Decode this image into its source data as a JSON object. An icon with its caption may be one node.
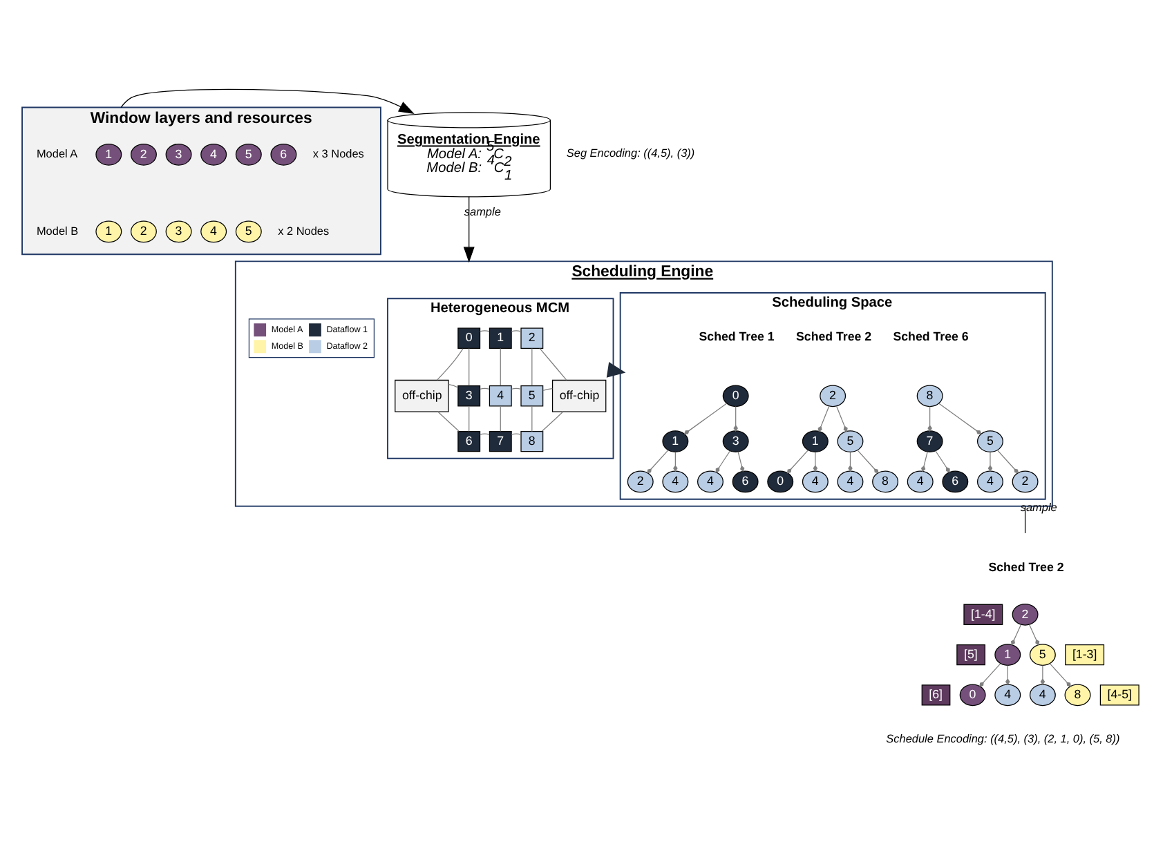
{
  "diagram": {
    "nodes": [
      {
        "text": [
          "Window layers and resources"
        ]
      },
      {
        "text": [
          "1"
        ],
        "in": 0
      },
      {
        "text": [
          "2"
        ],
        "in": 0
      },
      {
        "text": [
          "3"
        ],
        "in": 0
      },
      {
        "text": [
          "4"
        ],
        "in": 0
      },
      {
        "text": [
          "5"
        ],
        "in": 0
      },
      {
        "text": [
          "6"
        ],
        "in": 0
      },
      {
        "text": [
          "1"
        ],
        "in": 0
      },
      {
        "text": [
          "2"
        ],
        "in": 0
      },
      {
        "text": [
          "3"
        ],
        "in": 0
      },
      {
        "text": [
          "4"
        ],
        "in": 0
      },
      {
        "text": [
          "5"
        ],
        "in": 0
      },
      {
        "text": [
          "Segmentation Engine",
          "Model A: $^{5}$C$_{2}$",
          "Model B: $^{4}$C$_{1}$"
        ]
      },
      {
        "text": [
          "Scheduling Engine"
        ]
      },
      {
        "text": [
          "Heterogeneous MCM"
        ],
        "in": 13
      },
      {
        "text": [
          "off-chip"
        ],
        "in": 14
      },
      {
        "text": [
          "0"
        ],
        "in": 14
      },
      {
        "text": [
          "1"
        ],
        "in": 14
      },
      {
        "text": [
          "2"
        ],
        "in": 14
      },
      {
        "text": [
          "3"
        ],
        "in": 14
      },
      {
        "text": [
          "4"
        ],
        "in": 14
      },
      {
        "text": [
          "5"
        ],
        "in": 14
      },
      {
        "text": [
          "6"
        ],
        "in": 14
      },
      {
        "text": [
          "7"
        ],
        "in": 14
      },
      {
        "text": [
          "8"
        ],
        "in": 14
      },
      {
        "text": [
          "off-chip"
        ],
        "in": 14
      },
      {
        "text": [
          "Scheduling Space"
        ],
        "in": 13
      },
      {
        "text": [
          "0"
        ],
        "in": 26
      },
      {
        "text": [
          "1"
        ],
        "in": 26
      },
      {
        "text": [
          "3"
        ],
        "in": 26
      },
      {
        "text": [
          "2"
        ],
        "in": 26
      },
      {
        "text": [
          "4"
        ],
        "in": 26
      },
      {
        "text": [
          "4"
        ],
        "in": 26
      },
      {
        "text": [
          "6"
        ],
        "in": 26
      },
      {
        "text": [
          "2"
        ],
        "in": 26
      },
      {
        "text": [
          "1"
        ],
        "in": 26
      },
      {
        "text": [
          "5"
        ],
        "in": 26
      },
      {
        "text": [
          "0"
        ],
        "in": 26
      },
      {
        "text": [
          "4"
        ],
        "in": 26
      },
      {
        "text": [
          "4"
        ],
        "in": 26
      },
      {
        "text": [
          "8"
        ],
        "in": 26
      },
      {
        "text": [
          "8"
        ],
        "in": 26
      },
      {
        "text": [
          "7"
        ],
        "in": 26
      },
      {
        "text": [
          "5"
        ],
        "in": 26
      },
      {
        "text": [
          "4"
        ],
        "in": 26
      },
      {
        "text": [
          "6"
        ],
        "in": 26
      },
      {
        "text": [
          "4"
        ],
        "in": 26
      },
      {
        "text": [
          "2"
        ],
        "in": 26
      },
      {
        "text": [
          "[1-4]"
        ]
      },
      {
        "text": [
          "2"
        ]
      },
      {
        "text": [
          "[5]"
        ]
      },
      {
        "text": [
          "1"
        ]
      },
      {
        "text": [
          "5"
        ]
      },
      {
        "text": [
          "[1-3]"
        ]
      },
      {
        "text": [
          "[6]"
        ]
      },
      {
        "text": [
          "0"
        ]
      },
      {
        "text": [
          "4"
        ]
      },
      {
        "text": [
          "4"
        ]
      },
      {
        "text": [
          "8"
        ]
      },
      {
        "text": [
          "[4-5]"
        ]
      }
    ],
    "edges": [
      {
        "from": 0,
        "to": 12,
        "arrow": "to",
        "color": "#000000"
      },
      {
        "from": 12,
        "to": 13,
        "arrow": "to",
        "label": "sample",
        "color": "#000000"
      },
      {
        "from": 15,
        "to": 16,
        "arrow": "none"
      },
      {
        "from": 15,
        "to": 19,
        "arrow": "none"
      },
      {
        "from": 15,
        "to": 22,
        "arrow": "none"
      },
      {
        "from": 16,
        "to": 17,
        "arrow": "none"
      },
      {
        "from": 17,
        "to": 18,
        "arrow": "none"
      },
      {
        "from": 19,
        "to": 20,
        "arrow": "none"
      },
      {
        "from": 20,
        "to": 21,
        "arrow": "none"
      },
      {
        "from": 22,
        "to": 23,
        "arrow": "none"
      },
      {
        "from": 23,
        "to": 24,
        "arrow": "none"
      },
      {
        "from": 16,
        "to": 19,
        "arrow": "none"
      },
      {
        "from": 19,
        "to": 22,
        "arrow": "none"
      },
      {
        "from": 17,
        "to": 20,
        "arrow": "none"
      },
      {
        "from": 20,
        "to": 23,
        "arrow": "none"
      },
      {
        "from": 18,
        "to": 21,
        "arrow": "none"
      },
      {
        "from": 21,
        "to": 24,
        "arrow": "none"
      },
      {
        "from": 18,
        "to": 25,
        "arrow": "none"
      },
      {
        "from": 21,
        "to": 25,
        "arrow": "none"
      },
      {
        "from": 24,
        "to": 25,
        "arrow": "none"
      },
      {
        "from": 14,
        "to": 26,
        "arrow": "to",
        "style": "thick",
        "color": "#1f2a3a"
      },
      {
        "from": 27,
        "to": 28,
        "arrow": "other"
      },
      {
        "from": 27,
        "to": 29,
        "arrow": "other"
      },
      {
        "from": 28,
        "to": 30,
        "arrow": "other"
      },
      {
        "from": 28,
        "to": 31,
        "arrow": "other"
      },
      {
        "from": 29,
        "to": 32,
        "arrow": "other"
      },
      {
        "from": 29,
        "to": 33,
        "arrow": "other"
      },
      {
        "from": 34,
        "to": 35,
        "arrow": "other"
      },
      {
        "from": 34,
        "to": 36,
        "arrow": "other"
      },
      {
        "from": 35,
        "to": 37,
        "arrow": "other"
      },
      {
        "from": 35,
        "to": 38,
        "arrow": "other"
      },
      {
        "from": 36,
        "to": 39,
        "arrow": "other"
      },
      {
        "from": 36,
        "to": 40,
        "arrow": "other"
      },
      {
        "from": 41,
        "to": 42,
        "arrow": "other"
      },
      {
        "from": 41,
        "to": 43,
        "arrow": "other"
      },
      {
        "from": 42,
        "to": 44,
        "arrow": "other"
      },
      {
        "from": 42,
        "to": 45,
        "arrow": "other"
      },
      {
        "from": 43,
        "to": 46,
        "arrow": "other"
      },
      {
        "from": 43,
        "to": 47,
        "arrow": "other"
      },
      {
        "from": 13,
        "to": null,
        "arrow": "none",
        "label": "sample",
        "color": "#000000"
      },
      {
        "from": 49,
        "to": 51,
        "arrow": "other"
      },
      {
        "from": 49,
        "to": 52,
        "arrow": "other"
      },
      {
        "from": 51,
        "to": 55,
        "arrow": "other"
      },
      {
        "from": 51,
        "to": 56,
        "arrow": "other"
      },
      {
        "from": 52,
        "to": 57,
        "arrow": "other"
      },
      {
        "from": 52,
        "to": 58,
        "arrow": "other"
      }
    ],
    "labels": [
      "Model A",
      "x 3 Nodes",
      "Model B",
      "x 2 Nodes",
      "Seg Encoding: ((4,5), (3))",
      "Sched Tree 1",
      "Sched Tree 2",
      "Sched Tree 6",
      "Sched Tree 2",
      "Schedule Encoding: ((4,5), (3), (2, 1, 0), (5, 8))"
    ],
    "legend": [
      {
        "text": "Model A",
        "color": "#74507a"
      },
      {
        "text": "Dataflow 1",
        "color": "#1f2a3a"
      },
      {
        "text": "Model B",
        "color": "#fff4a8"
      },
      {
        "text": "Dataflow 2",
        "color": "#b9cde5"
      }
    ]
  }
}
